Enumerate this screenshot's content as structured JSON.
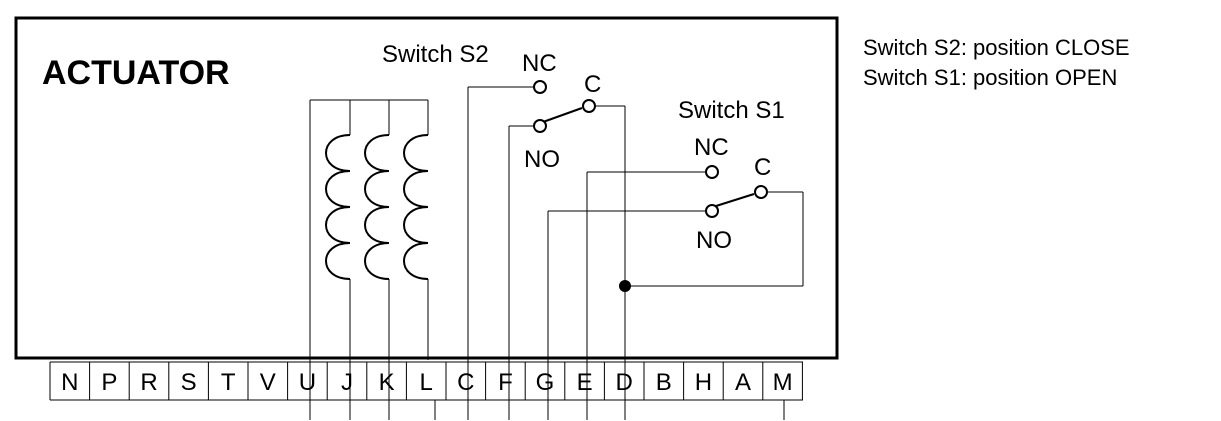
{
  "title": "ACTUATOR",
  "switch_s2": {
    "label": "Switch S2",
    "nc": "NC",
    "c": "C",
    "no": "NO"
  },
  "switch_s1": {
    "label": "Switch S1",
    "nc": "NC",
    "c": "C",
    "no": "NO"
  },
  "notes": [
    "Switch S2: position CLOSE",
    "Switch S1: position OPEN"
  ],
  "terminals": [
    "N",
    "P",
    "R",
    "S",
    "T",
    "V",
    "U",
    "J",
    "K",
    "L",
    "C",
    "F",
    "G",
    "E",
    "D",
    "B",
    "H",
    "A",
    "M"
  ]
}
